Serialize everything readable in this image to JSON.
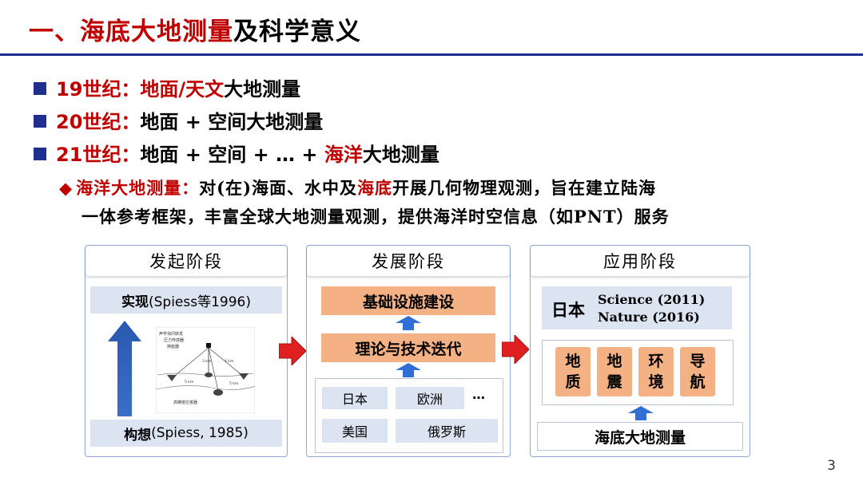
{
  "title": {
    "red": "一、海底大地测量",
    "black": "及科学意义"
  },
  "bullets": [
    {
      "label": "19世纪：",
      "red": "地面/天文",
      "black": "大地测量"
    },
    {
      "label": "20世纪：",
      "black": "地面 + 空间大地测量"
    },
    {
      "label": "21世纪：",
      "black1": "地面 + 空间 + … + ",
      "red": "海洋",
      "black2": "大地测量"
    }
  ],
  "definition": {
    "mark": "◆",
    "term": "海洋大地测量：",
    "text_a": "对(在)海面、水中及",
    "highlight": "海底",
    "text_b": "开展几何物理观测，旨在建立陆海",
    "line2": "一体参考框架，丰富全球大地测量观测，提供海洋时空信息（如PNT）服务"
  },
  "stages": {
    "initiation": {
      "title": "发起阶段",
      "realization": {
        "bold": "实现",
        "detail": "(Spiess等1996)"
      },
      "concept": {
        "bold": "构想",
        "detail": "(Spiess, 1985)"
      },
      "sketch_labels": [
        "声学询问转发",
        "压力传感器",
        "换能器",
        "3 km",
        "4 km",
        "5 km",
        "5 km",
        "高精度应答器"
      ]
    },
    "development": {
      "title": "发展阶段",
      "step1": "基础设施建设",
      "step2": "理论与技术迭代",
      "countries": [
        "日本",
        "欧洲",
        "美国",
        "俄罗斯"
      ],
      "more": "…"
    },
    "application": {
      "title": "应用阶段",
      "country": "日本",
      "journals": [
        "Science (2011)",
        "Nature (2016)"
      ],
      "topics": [
        "地\n质",
        "地\n震",
        "环\n境",
        "导\n航"
      ],
      "base": "海底大地测量"
    }
  },
  "colors": {
    "accent_red": "#c00000",
    "navy": "#1f2f8f",
    "orange": "#f4b183",
    "light_blue": "#dce4f2",
    "arrow_blue": "#2f6fd6"
  },
  "page_number": "3"
}
